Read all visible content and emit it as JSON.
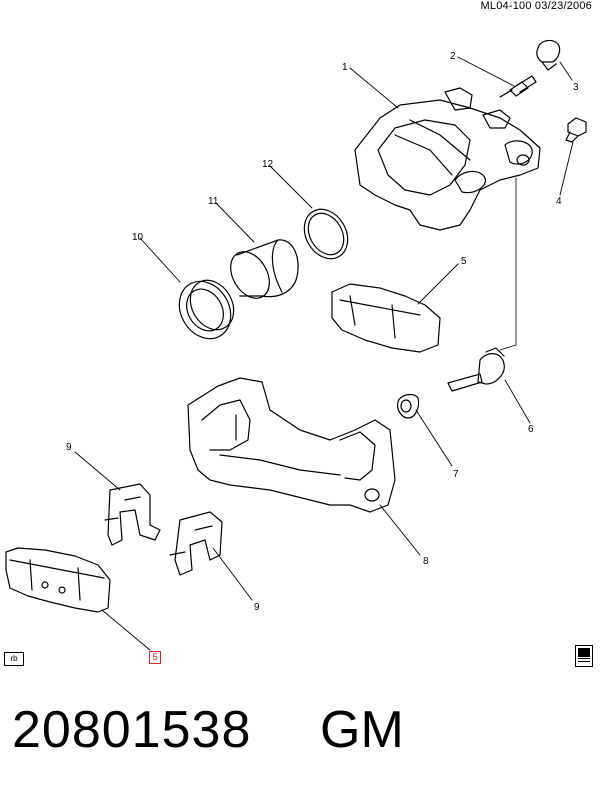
{
  "header": {
    "ref": "ML04-100 03/23/2006"
  },
  "callouts": {
    "c1": "1",
    "c2": "2",
    "c3": "3",
    "c4": "4",
    "c5a": "5",
    "c6": "6",
    "c7": "7",
    "c8": "8",
    "c9a": "9",
    "c9b": "9",
    "c10": "10",
    "c11": "11",
    "c12": "12"
  },
  "badges": {
    "rb": "rb",
    "highlighted_callout": "5"
  },
  "footer": {
    "part_number": "20801538",
    "brand": "GM"
  }
}
